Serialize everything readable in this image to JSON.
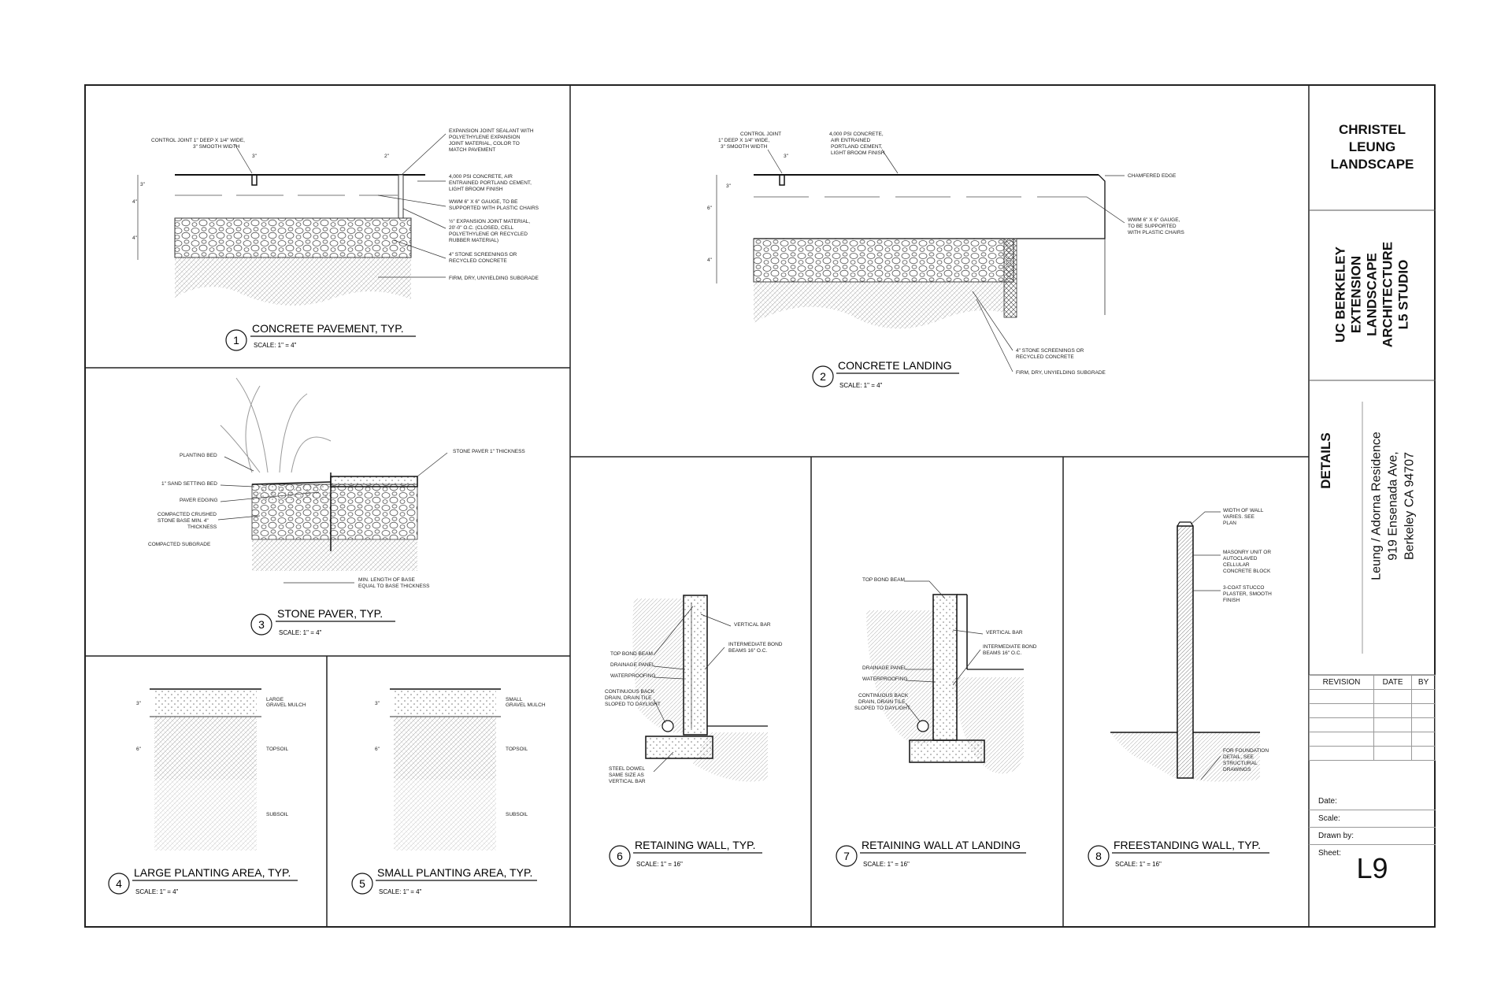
{
  "firm": {
    "line1": "CHRISTEL",
    "line2": "LEUNG",
    "line3": "LANDSCAPE"
  },
  "school": {
    "line1": "UC BERKELEY",
    "line2": "EXTENSION",
    "line3": "LANDSCAPE",
    "line4": "ARCHITECTURE",
    "line5": "L5 STUDIO"
  },
  "sheet_title": "DETAILS",
  "project": {
    "line1": "Leung / Adorna Residence",
    "line2": "919 Ensenada Ave,",
    "line3": "Berkeley CA 94707"
  },
  "revision_headers": {
    "revision": "REVISION",
    "date": "DATE",
    "by": "BY"
  },
  "meta": {
    "date": "Date:",
    "scale": "Scale:",
    "drawn_by": "Drawn by:",
    "sheet": "Sheet:"
  },
  "sheet_number": "L9",
  "details": {
    "d1": {
      "num": "1",
      "title": "CONCRETE PAVEMENT, TYP.",
      "scale": "SCALE: 1\" = 4\"",
      "notes": [
        "CONTROL JOINT 1\" DEEP X 1/4\" WIDE,",
        "3\" SMOOTH WIDTH",
        "EXPANSION JOINT SEALANT WITH",
        "POLYETHYLENE EXPANSION",
        "JOINT MATERIAL, COLOR TO",
        "MATCH PAVEMENT",
        "4,000 PSI CONCRETE, AIR",
        "ENTRAINED PORTLAND CEMENT,",
        "LIGHT BROOM FINISH",
        "WWM 6\" X 6\" GAUGE, TO BE",
        "SUPPORTED WITH PLASTIC CHAIRS",
        "½\" EXPANSION JOINT MATERIAL,",
        "20'-0\" O.C. (CLOSED, CELL",
        "POLYETHYLENE OR RECYCLED",
        "RUBBER MATERIAL)",
        "4\" STONE SCREENINGS OR",
        "RECYCLED CONCRETE",
        "FIRM, DRY, UNYIELDING SUBGRADE"
      ],
      "dims": [
        "3\"",
        "2\"",
        "3\"",
        "4\"",
        "4\""
      ]
    },
    "d2": {
      "num": "2",
      "title": "CONCRETE LANDING",
      "scale": "SCALE: 1\" = 4\"",
      "notes": [
        "CONTROL JOINT",
        "1\" DEEP X 1/4\" WIDE,",
        "3\" SMOOTH WIDTH",
        "4,000 PSI CONCRETE,",
        "AIR ENTRAINED",
        "PORTLAND CEMENT,",
        "LIGHT BROOM FINISH",
        "CHAMFERED EDGE",
        "WWM 6\" X 6\" GAUGE,",
        "TO BE SUPPORTED",
        "WITH PLASTIC CHAIRS",
        "4\" STONE SCREENINGS OR",
        "RECYCLED CONCRETE",
        "FIRM, DRY, UNYIELDING SUBGRADE"
      ],
      "dims": [
        "3\"",
        "3\"",
        "6\"",
        "4\""
      ]
    },
    "d3": {
      "num": "3",
      "title": "STONE PAVER, TYP.",
      "scale": "SCALE: 1\" = 4\"",
      "notes": [
        "PLANTING BED",
        "1\" SAND SETTING BED",
        "PAVER EDGING",
        "COMPACTED CRUSHED",
        "STONE BASE MIN. 4\"",
        "THICKNESS",
        "COMPACTED SUBGRADE",
        "STONE PAVER 1\" THICKNESS",
        "MIN. LENGTH OF BASE",
        "EQUAL TO BASE THICKNESS"
      ]
    },
    "d4": {
      "num": "4",
      "title": "LARGE PLANTING AREA, TYP.",
      "scale": "SCALE: 1\" = 4\"",
      "notes": [
        "LARGE",
        "GRAVEL MULCH",
        "TOPSOIL",
        "SUBSOIL"
      ],
      "dims": [
        "3\"",
        "6\""
      ]
    },
    "d5": {
      "num": "5",
      "title": "SMALL PLANTING AREA, TYP.",
      "scale": "SCALE: 1\" = 4\"",
      "notes": [
        "SMALL",
        "GRAVEL MULCH",
        "TOPSOIL",
        "SUBSOIL"
      ],
      "dims": [
        "3\"",
        "6\""
      ]
    },
    "d6": {
      "num": "6",
      "title": "RETAINING WALL, TYP.",
      "scale": "SCALE: 1\" = 16\"",
      "notes": [
        "VERTICAL BAR",
        "TOP BOND BEAM",
        "INTERMEDIATE BOND",
        "BEAMS 16\" O.C.",
        "DRAINAGE PANEL",
        "WATERPROOFING",
        "CONTINUOUS BACK",
        "DRAIN, DRAIN TILE",
        "SLOPED TO DAYLIGHT",
        "STEEL DOWEL",
        "SAME SIZE AS",
        "VERTICAL BAR"
      ]
    },
    "d7": {
      "num": "7",
      "title": "RETAINING WALL AT LANDING",
      "scale": "SCALE: 1\" = 16\"",
      "notes": [
        "TOP BOND BEAM",
        "VERTICAL BAR",
        "INTERMEDIATE BOND",
        "BEAMS 16\" O.C.",
        "DRAINAGE PANEL",
        "WATERPROOFING",
        "CONTINUOUS BACK",
        "DRAIN, DRAIN TILE",
        "SLOPED TO DAYLIGHT"
      ]
    },
    "d8": {
      "num": "8",
      "title": "FREESTANDING WALL, TYP.",
      "scale": "SCALE: 1\" = 16\"",
      "notes": [
        "WIDTH OF WALL",
        "VARIES. SEE",
        "PLAN",
        "MASONRY UNIT OR",
        "AUTOCLAVED",
        "CELLULAR",
        "CONCRETE BLOCK",
        "3-COAT STUCCO",
        "PLASTER, SMOOTH",
        "FINISH",
        "FOR FOUNDATION",
        "DETAIL, SEE",
        "STRUCTURAL",
        "DRAWINGS"
      ]
    }
  }
}
